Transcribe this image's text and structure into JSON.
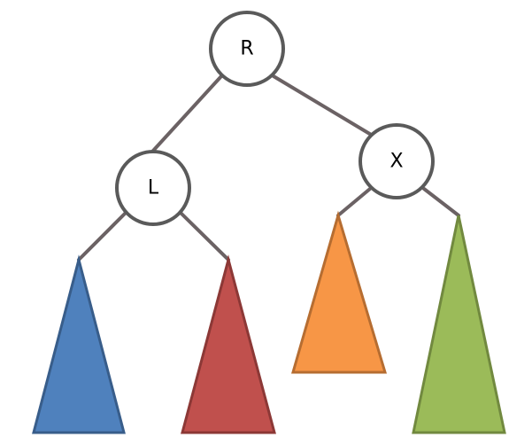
{
  "tree": {
    "nodes": [
      {
        "id": "R",
        "label": "R"
      },
      {
        "id": "L",
        "label": "L"
      },
      {
        "id": "X",
        "label": "X"
      }
    ],
    "subtrees": [
      {
        "id": "blue-subtree",
        "fill": "#4f81bd",
        "stroke": "#385d8a"
      },
      {
        "id": "red-subtree",
        "fill": "#c0504d",
        "stroke": "#8c3836"
      },
      {
        "id": "orange-subtree",
        "fill": "#f79646",
        "stroke": "#b66d31"
      },
      {
        "id": "green-subtree",
        "fill": "#9bbb59",
        "stroke": "#71893f"
      }
    ]
  },
  "colors": {
    "edge": "#6b6264",
    "node_stroke": "#5a5a5a"
  }
}
